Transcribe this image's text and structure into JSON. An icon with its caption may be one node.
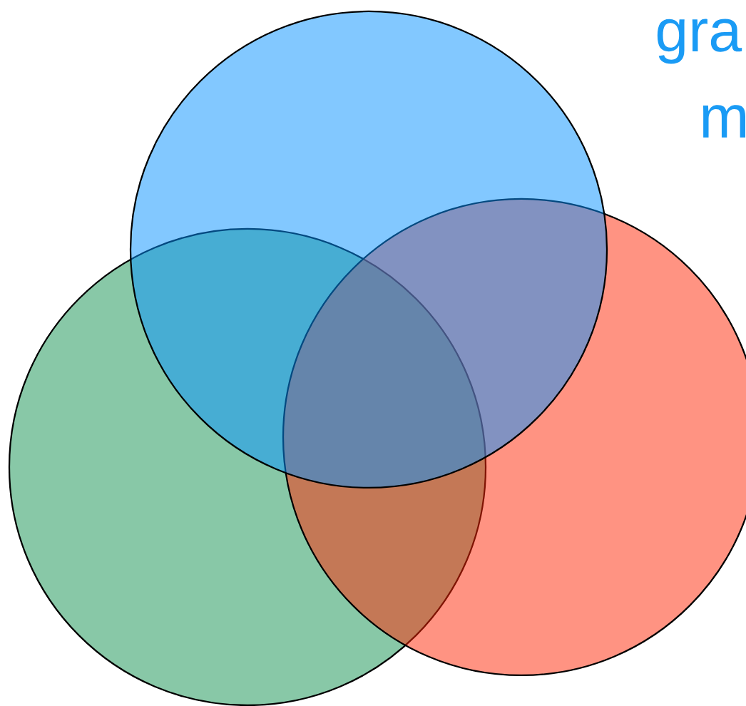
{
  "diagram": {
    "nodes": [
      {
        "text": [],
        "shape": "circle"
      },
      {
        "text": [],
        "shape": "circle"
      },
      {
        "text": [],
        "shape": "circle"
      }
    ],
    "labels": [
      "gra",
      "m"
    ]
  }
}
